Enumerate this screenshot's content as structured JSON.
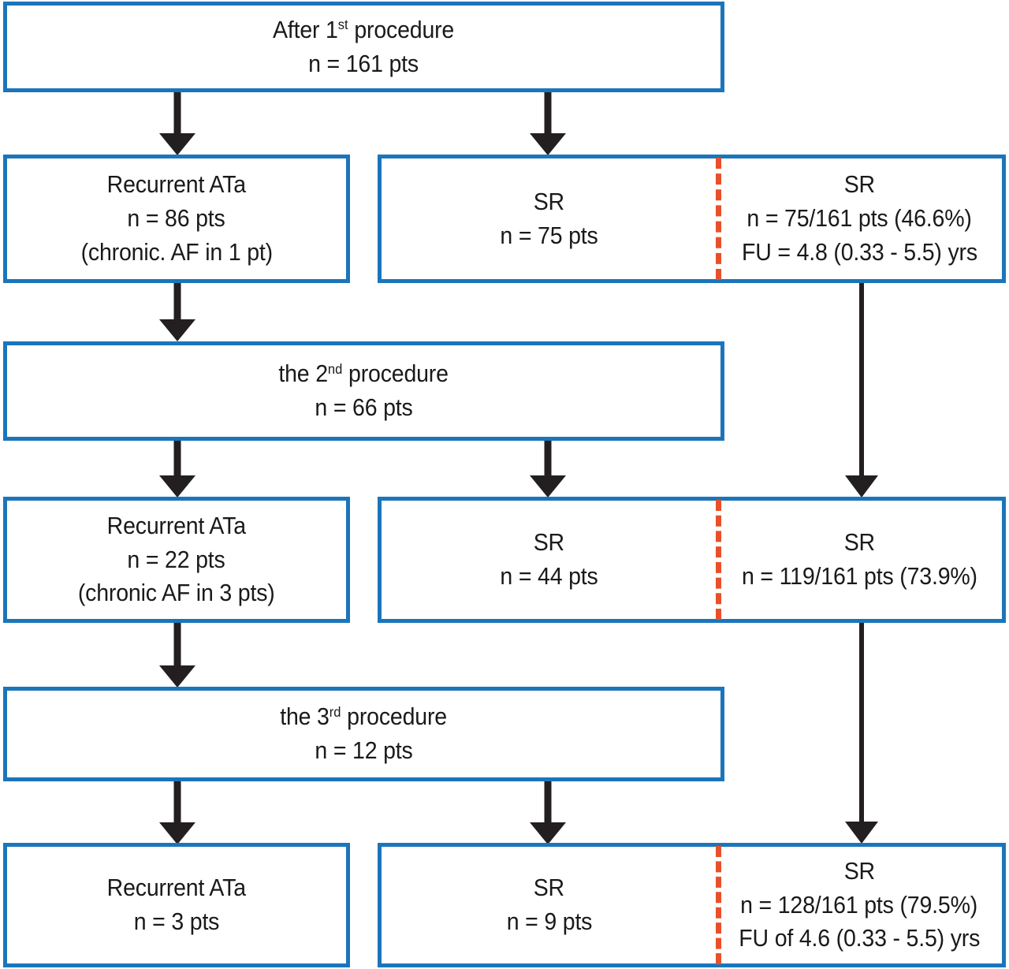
{
  "figure": {
    "type": "flowchart",
    "title": "Procedure outcome flow",
    "colors": {
      "box_border": "#1b75bb",
      "divider_dashed": "#e8502a",
      "arrow": "#231f20",
      "text": "#1a1a1a",
      "background": "#ffffff"
    }
  },
  "nodes": {
    "after_first_procedure": {
      "label": "After 1",
      "label_sup": "st",
      "label_tail": " procedure",
      "n": "n = 161 pts"
    },
    "recurrent_ata_1": {
      "title": "Recurrent ATa",
      "n": "n = 86 pts",
      "note": "(chronic. AF in 1 pt)"
    },
    "sr_after_1": {
      "left_title": "SR",
      "left_n": "n = 75 pts",
      "right_title": "SR",
      "right_n": "n = 75/161 pts (46.6%)",
      "right_fu": "FU = 4.8 (0.33 - 5.5) yrs"
    },
    "second_procedure": {
      "label": "the 2",
      "label_sup": "nd",
      "label_tail": " procedure",
      "n": "n = 66 pts"
    },
    "recurrent_ata_2": {
      "title": "Recurrent ATa",
      "n": "n = 22 pts",
      "note": "(chronic AF in 3 pts)"
    },
    "sr_after_2": {
      "left_title": "SR",
      "left_n": "n = 44 pts",
      "right_title": "SR",
      "right_n": "n = 119/161 pts (73.9%)"
    },
    "third_procedure": {
      "label": "the 3",
      "label_sup": "rd",
      "label_tail": " procedure",
      "n": "n = 12 pts"
    },
    "recurrent_ata_3": {
      "title": "Recurrent ATa",
      "n": "n = 3 pts"
    },
    "sr_after_3": {
      "left_title": "SR",
      "left_n": "n = 9 pts",
      "right_title": "SR",
      "right_n": "n = 128/161 pts (79.5%)",
      "right_fu": "FU of 4.6 (0.33 - 5.5) yrs"
    }
  }
}
